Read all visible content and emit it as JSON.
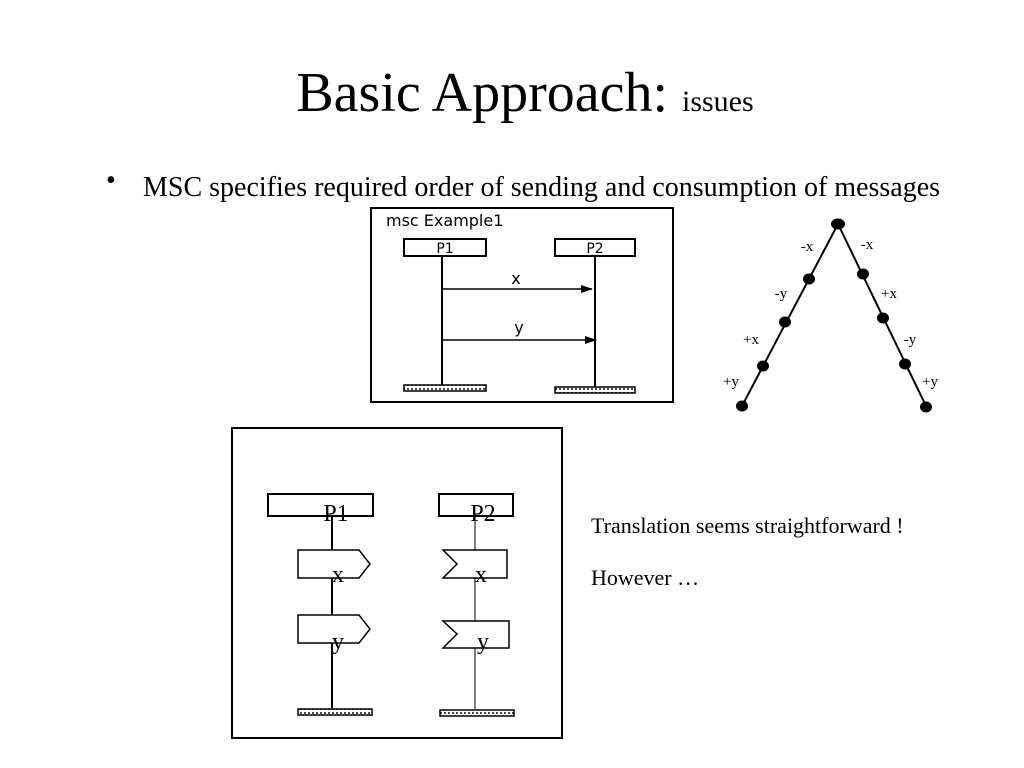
{
  "slide": {
    "title_main": "Basic Approach:",
    "title_sub": "issues",
    "bullet_marker": "•",
    "bullet_text": "MSC specifies required order of sending and consumption of messages"
  },
  "msc_diagram": {
    "title": "msc Example1",
    "instances": [
      "P1",
      "P2"
    ],
    "messages": [
      {
        "label": "x",
        "from": "P1",
        "to": "P2"
      },
      {
        "label": "y",
        "from": "P1",
        "to": "P2"
      }
    ]
  },
  "order_tree": {
    "left_branch": [
      "-x",
      "-y",
      "+x",
      "+y"
    ],
    "right_branch": [
      "-x",
      "+x",
      "-y",
      "+y"
    ]
  },
  "sdl_diagram": {
    "processes": [
      "P1",
      "P2"
    ],
    "p1_outputs": [
      "x",
      "y"
    ],
    "p2_inputs": [
      "x",
      "y"
    ]
  },
  "notes": {
    "line1": "Translation seems straightforward !",
    "line2": "However …"
  }
}
